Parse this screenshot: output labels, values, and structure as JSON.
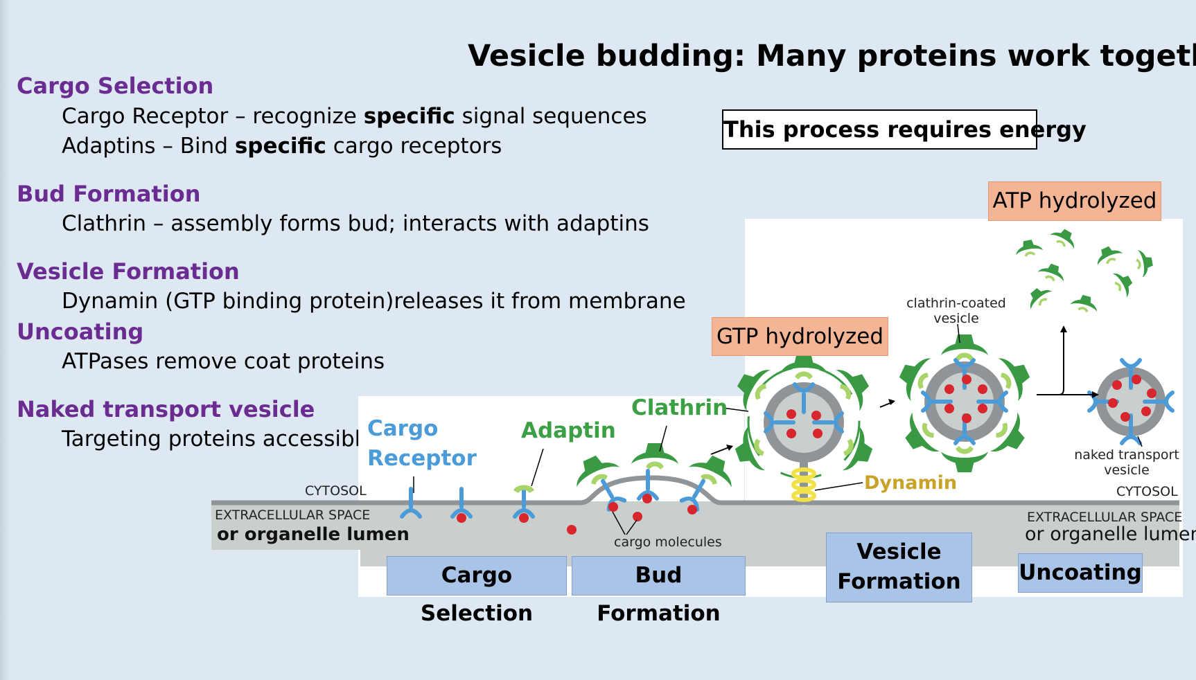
{
  "title": "Vesicle budding: Many proteins work together",
  "energy_note": "This process requires energy",
  "sections": [
    {
      "heading": "Cargo Selection",
      "lines": [
        {
          "pre": "Cargo Receptor – recognize ",
          "bold": "specific",
          "post": " signal sequences"
        },
        {
          "pre": "Adaptins – Bind ",
          "bold": "specific",
          "post": " cargo receptors"
        }
      ]
    },
    {
      "heading": "Bud Formation",
      "lines": [
        {
          "pre": "Clathrin – assembly forms bud; interacts with adaptins",
          "bold": "",
          "post": ""
        }
      ]
    },
    {
      "heading": "Vesicle Formation",
      "lines": [
        {
          "pre": "Dynamin (GTP binding protein)releases it from membrane",
          "bold": "",
          "post": ""
        }
      ]
    },
    {
      "heading": "Uncoating",
      "lines": [
        {
          "pre": "ATPases remove coat proteins",
          "bold": "",
          "post": ""
        }
      ]
    },
    {
      "heading": "Naked transport vesicle",
      "lines": [
        {
          "pre": "Targeting proteins accessible",
          "bold": "",
          "post": ""
        }
      ]
    }
  ],
  "diagram": {
    "labels": {
      "cargo_receptor_1": "Cargo",
      "cargo_receptor_2": "Receptor",
      "adaptin": "Adaptin",
      "clathrin": "Clathrin",
      "dynamin": "Dynamin",
      "cargo_molecules": "cargo molecules",
      "clathrin_coated_1": "clathrin-coated",
      "clathrin_coated_2": "vesicle",
      "naked_1": "naked transport",
      "naked_2": "vesicle",
      "cytosol_left": "CYTOSOL",
      "cytosol_right": "CYTOSOL",
      "extracellular_left": "EXTRACELLULAR SPACE",
      "extracellular_right": "EXTRACELLULAR SPACE",
      "lumen_left": "or organelle lumen",
      "lumen_right": "or organelle lumen"
    },
    "gtp": "GTP hydrolyzed",
    "atp": "ATP hydrolyzed",
    "stages": {
      "cargo_selection": "Cargo Selection",
      "bud_formation": "Bud Formation",
      "vesicle_formation_1": "Vesicle",
      "vesicle_formation_2": "Formation",
      "uncoating": "Uncoating"
    },
    "colors": {
      "clathrin": "#3a9a44",
      "adaptin": "#a9d46a",
      "receptor": "#4a9bd8",
      "cargo": "#d7262e",
      "membrane": "#8f9498",
      "lumen": "#c9cfcd",
      "dynamin": "#f2e24a",
      "section_heading": "#6a2c91"
    }
  }
}
